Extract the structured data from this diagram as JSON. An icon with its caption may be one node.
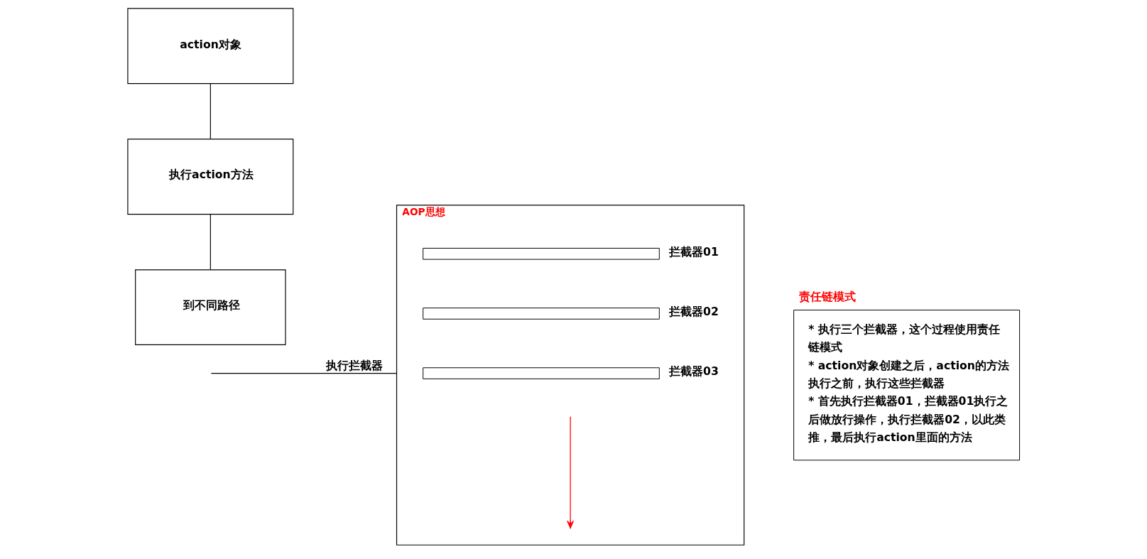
{
  "diagram": {
    "nodes": [
      {
        "text": [
          "action对象"
        ]
      },
      {
        "text": [
          "执行action方法"
        ]
      },
      {
        "text": [
          "到不同路径"
        ]
      },
      {
        "text": [
          "AOP思想"
        ]
      },
      {
        "text": [],
        "shape": "bar",
        "beside": [
          "拦截器01"
        ],
        "in": 3
      },
      {
        "text": [],
        "shape": "bar",
        "beside": [
          "拦截器02"
        ],
        "in": 3
      },
      {
        "text": [],
        "shape": "bar",
        "beside": [
          "拦截器03"
        ],
        "in": 3
      },
      {
        "text": [
          "责任链模式",
          "* 执行三个拦截器，这个过程使用责任链模式",
          "* action对象创建之后，action的方法执行之前，执行这些拦截器",
          "* 首先执行拦截器01，拦截器01执行之后做放行操作，执行拦截器02，以此类推，最后执行action里面的方法"
        ]
      }
    ],
    "edges": [
      {
        "from": 0,
        "to": 1,
        "arrow": "none"
      },
      {
        "from": 1,
        "to": 2,
        "arrow": "none"
      },
      {
        "from": null,
        "to": 3,
        "arrow": "none",
        "label": "执行拦截器"
      }
    ]
  }
}
